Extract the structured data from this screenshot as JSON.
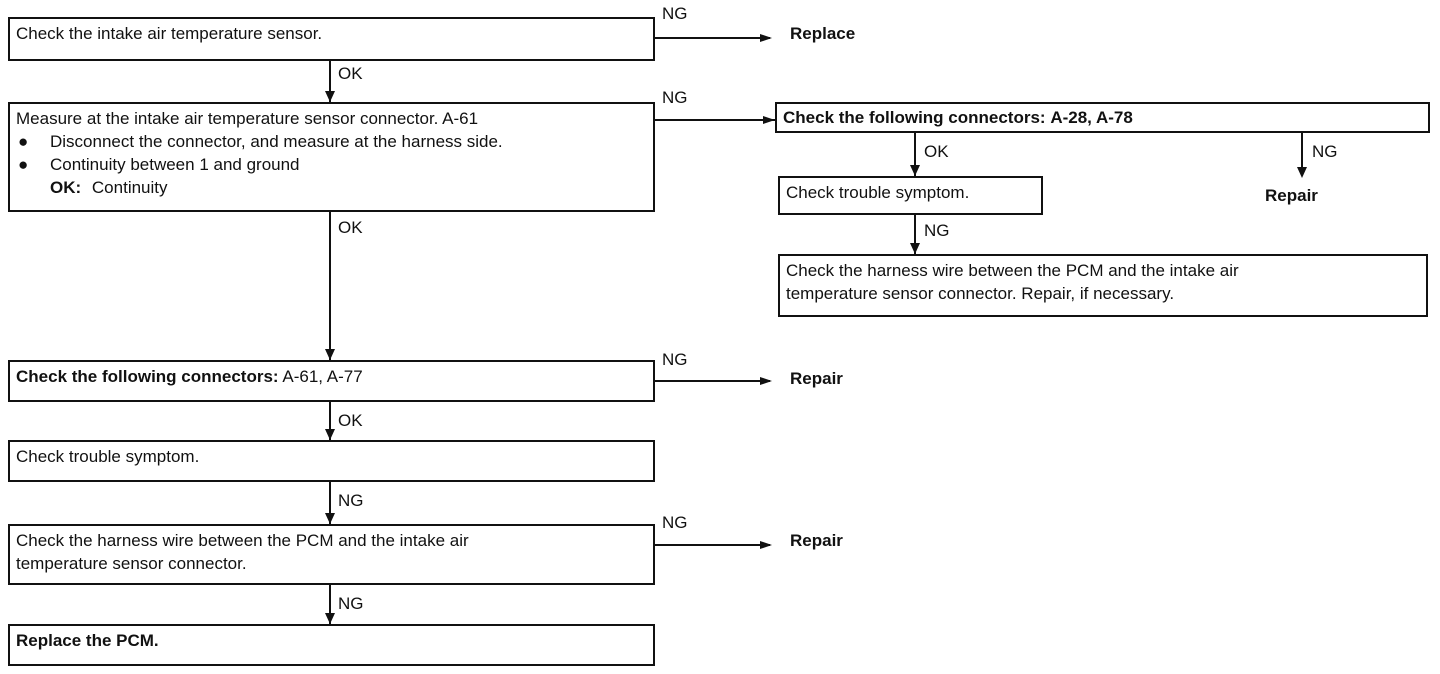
{
  "steps": {
    "iat_sensor": "Check the intake air temperature sensor.",
    "measure": {
      "title": "Measure at the intake air temperature sensor connector. A-61",
      "bullets": [
        "Disconnect the connector, and measure at the harness side.",
        "Continuity between 1 and ground"
      ],
      "ok_label": "OK:",
      "ok_value": "Continuity"
    },
    "connectors_main": {
      "prefix": "Check the following connectors:",
      "list": "A-61, A-77"
    },
    "trouble1": "Check trouble symptom.",
    "harness1": {
      "line1": "Check the harness wire between the PCM and the intake air",
      "line2": "temperature sensor connector."
    },
    "replace_pcm": "Replace the PCM.",
    "connectors_side": {
      "prefix": "Check the following connectors:",
      "list": "A-28, A-78"
    },
    "trouble2": "Check trouble symptom.",
    "harness2": {
      "line1": "Check the harness wire between the PCM and the intake air",
      "line2": "temperature sensor connector. Repair, if necessary."
    }
  },
  "results": {
    "replace": "Replace",
    "repair_side": "Repair",
    "repair_connectors": "Repair",
    "repair_harness": "Repair"
  },
  "labels": {
    "ng1": "NG",
    "ok1": "OK",
    "ng2": "NG",
    "ok2": "OK",
    "ng3": "NG",
    "ok3": "OK",
    "ng4": "NG",
    "ng5": "NG",
    "ng6": "NG",
    "ok_side": "OK",
    "ng_side": "NG",
    "ng_side2": "NG"
  },
  "bullet_glyph": "●"
}
